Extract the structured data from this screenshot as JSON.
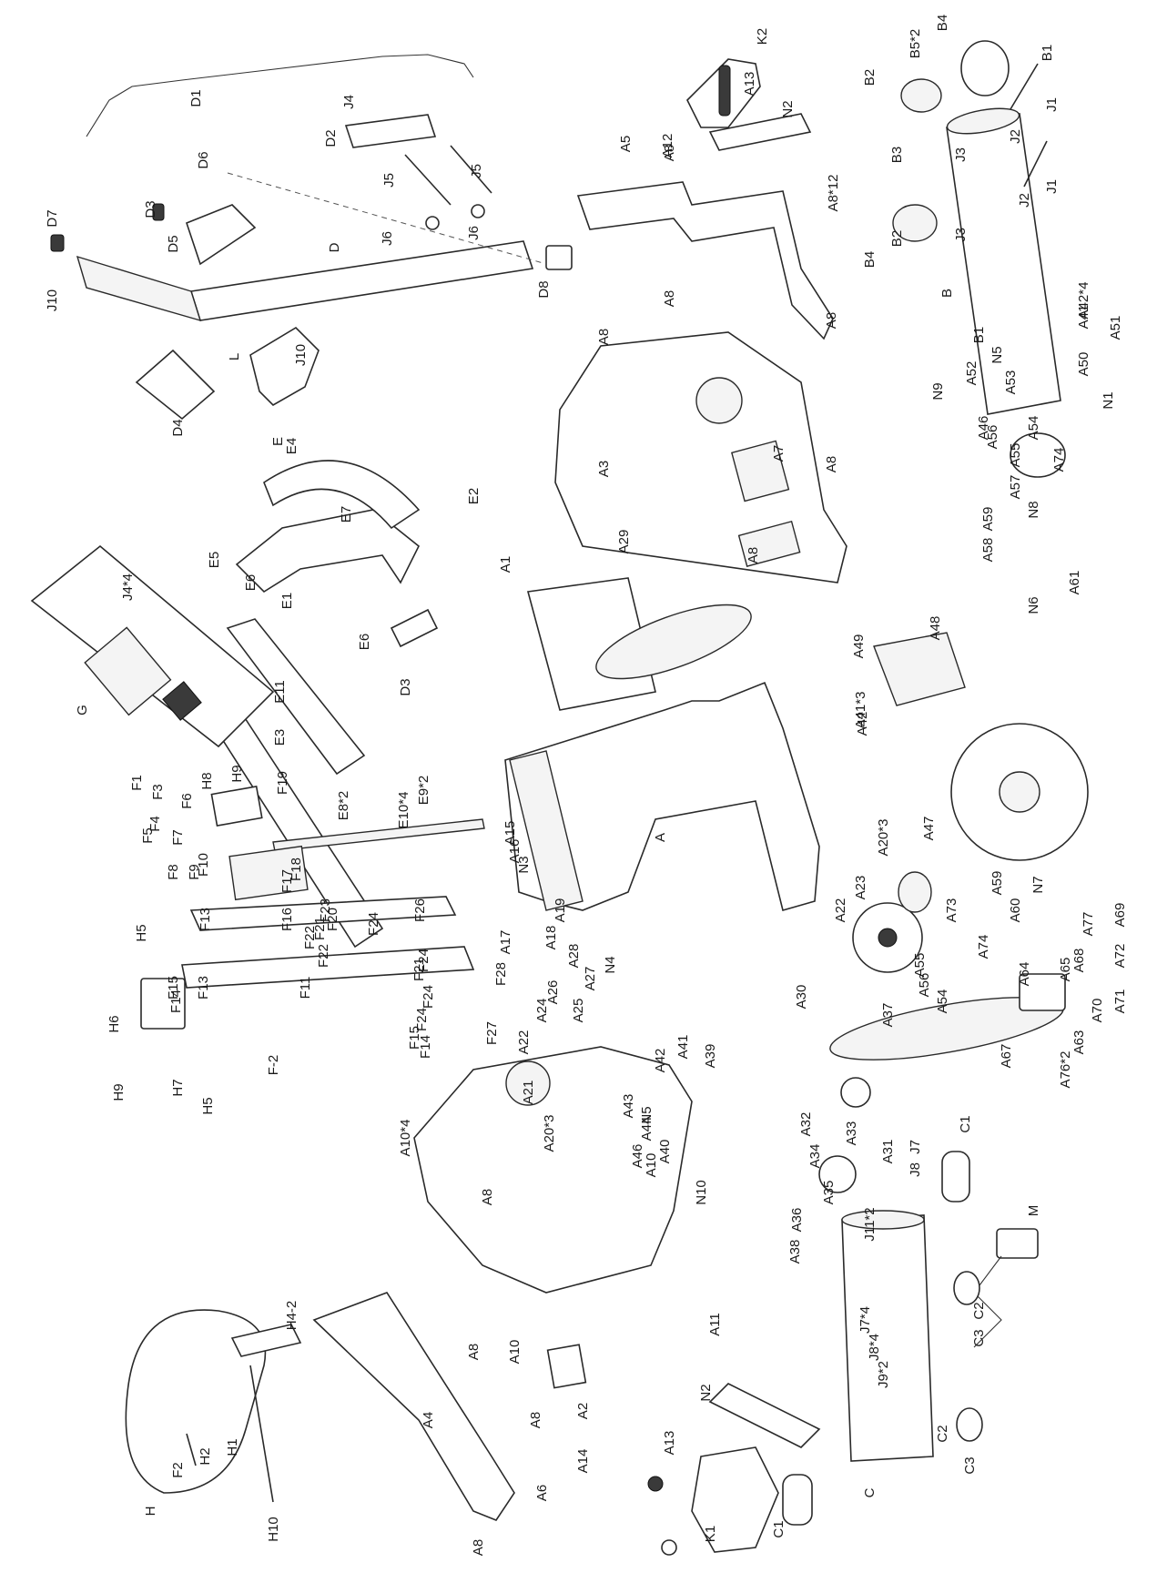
{
  "labels": [
    "D1",
    "D2",
    "J4",
    "D3",
    "D6",
    "D7",
    "J5",
    "J5",
    "J6",
    "J6",
    "D",
    "D5",
    "J10",
    "D8",
    "J10",
    "L",
    "D4",
    "K2",
    "A13",
    "N2",
    "A12",
    "A8",
    "A5",
    "A8*12",
    "A8",
    "A8",
    "A8",
    "A3",
    "A7",
    "A8",
    "A8",
    "B5*2",
    "B4",
    "B2",
    "B1",
    "J1",
    "J2",
    "J3",
    "B3",
    "J1",
    "J2",
    "J3",
    "B2",
    "B4",
    "B",
    "B1",
    "A42*4",
    "A41",
    "A51",
    "N5",
    "A52",
    "A50",
    "A53",
    "N1",
    "N9",
    "A46",
    "A54",
    "A56",
    "A55",
    "A74",
    "A57",
    "N8",
    "A59",
    "A58",
    "A61",
    "N6",
    "A48",
    "A49",
    "A41*3",
    "A42",
    "A47",
    "A59",
    "N7",
    "A60",
    "A73",
    "A74",
    "A20*3",
    "A23",
    "A22",
    "A55",
    "A56",
    "A54",
    "A37",
    "A69",
    "A77",
    "A72",
    "A68",
    "A71",
    "A65",
    "A64",
    "A70",
    "A63",
    "A67",
    "A76*2",
    "A30",
    "A32",
    "A31",
    "A33",
    "A34",
    "A35",
    "A36",
    "A38",
    "M",
    "E4",
    "E",
    "E2",
    "E5",
    "E6",
    "E7",
    "E1",
    "E6",
    "E11",
    "D3",
    "E3",
    "E8*2",
    "E9*2",
    "E10*4",
    "J4*4",
    "G",
    "A1",
    "A29",
    "A",
    "A15",
    "A16",
    "N3",
    "A19",
    "A18",
    "A17",
    "A28",
    "A27",
    "N4",
    "A26",
    "A25",
    "A24",
    "A22",
    "A21",
    "A20*3",
    "A41",
    "A42",
    "A39",
    "A43",
    "N5",
    "A44",
    "A46",
    "A40",
    "N10",
    "H9",
    "H8",
    "F19",
    "F1",
    "F3",
    "F6",
    "F4",
    "F5",
    "F7",
    "F8",
    "F10",
    "F9",
    "F18",
    "F17",
    "F22",
    "F21",
    "F20",
    "F23",
    "F22",
    "F24",
    "F16",
    "F26",
    "F24",
    "F13",
    "F11",
    "F24",
    "F21",
    "F13",
    "F15",
    "F14",
    "F24",
    "F15",
    "F14",
    "F27",
    "F28",
    "H5",
    "H6",
    "H9",
    "H7",
    "H5",
    "F-2",
    "A10*4",
    "A8",
    "A10",
    "A8",
    "A10",
    "A14",
    "A2",
    "A8",
    "A6",
    "A11",
    "N2",
    "A13",
    "K1",
    "A4",
    "A8",
    "H",
    "H4-2",
    "F2",
    "H2",
    "H1",
    "H10",
    "C1",
    "J7",
    "J8",
    "J11*2",
    "C2",
    "C3",
    "J7*4",
    "J8*4",
    "J9*2",
    "C2",
    "C3",
    "C",
    "C1"
  ]
}
